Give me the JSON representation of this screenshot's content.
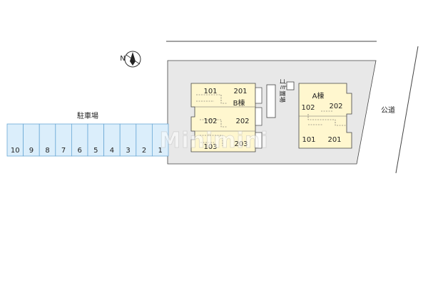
{
  "colors": {
    "lot": "#e8e8e8",
    "building": "#fff7cf",
    "parking": "#dbeefb",
    "parking_stroke": "#6aa8d6",
    "outline": "#444444"
  },
  "icons": {
    "compass": "north-compass-icon"
  },
  "labels": {
    "compass_letter": "N",
    "parking_area": "駐車場",
    "public_road": "公道",
    "garbage_area": "ゴミ置場",
    "watermark": "Minimini"
  },
  "parking_spaces": [
    "10",
    "9",
    "8",
    "7",
    "6",
    "5",
    "4",
    "3",
    "2",
    "1"
  ],
  "building_b": {
    "name": "B棟",
    "units": [
      "101",
      "201",
      "102",
      "202",
      "103",
      "203"
    ]
  },
  "building_a": {
    "name": "A棟",
    "units": [
      "102",
      "202",
      "101",
      "201"
    ]
  }
}
